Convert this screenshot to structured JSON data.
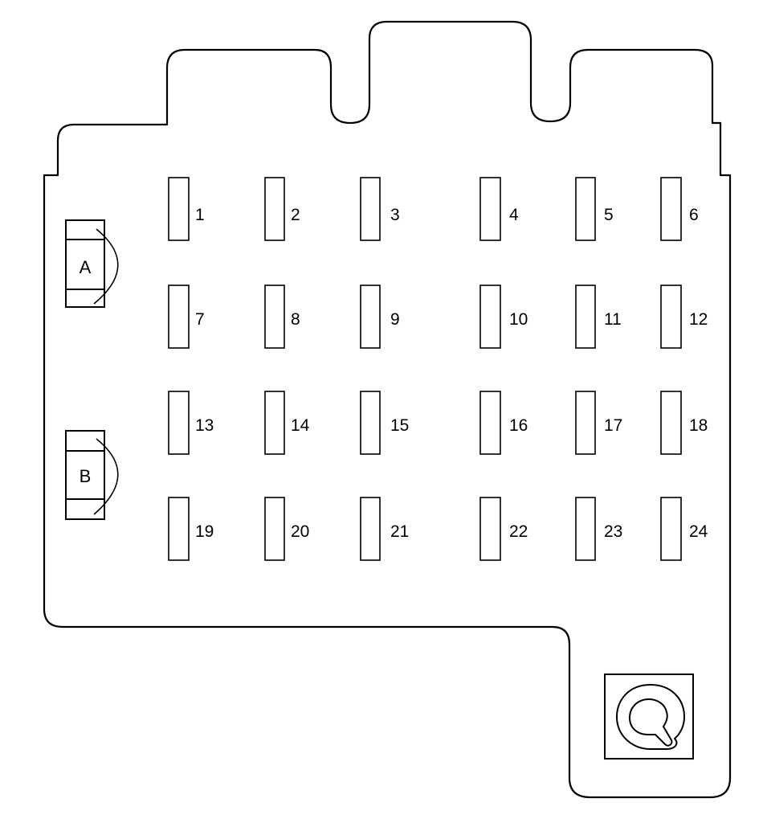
{
  "diagram": {
    "type": "fuse-block-layout",
    "relays": [
      {
        "label": "A"
      },
      {
        "label": "B"
      }
    ],
    "fuses": [
      {
        "label": "1"
      },
      {
        "label": "2"
      },
      {
        "label": "3"
      },
      {
        "label": "4"
      },
      {
        "label": "5"
      },
      {
        "label": "6"
      },
      {
        "label": "7"
      },
      {
        "label": "8"
      },
      {
        "label": "9"
      },
      {
        "label": "10"
      },
      {
        "label": "11"
      },
      {
        "label": "12"
      },
      {
        "label": "13"
      },
      {
        "label": "14"
      },
      {
        "label": "15"
      },
      {
        "label": "16"
      },
      {
        "label": "17"
      },
      {
        "label": "18"
      },
      {
        "label": "19"
      },
      {
        "label": "20"
      },
      {
        "label": "21"
      },
      {
        "label": "22"
      },
      {
        "label": "23"
      },
      {
        "label": "24"
      }
    ],
    "fuse_puller": {
      "icon": "fuse-puller-icon"
    },
    "colors": {
      "stroke": "#000000",
      "background": "#ffffff"
    }
  }
}
